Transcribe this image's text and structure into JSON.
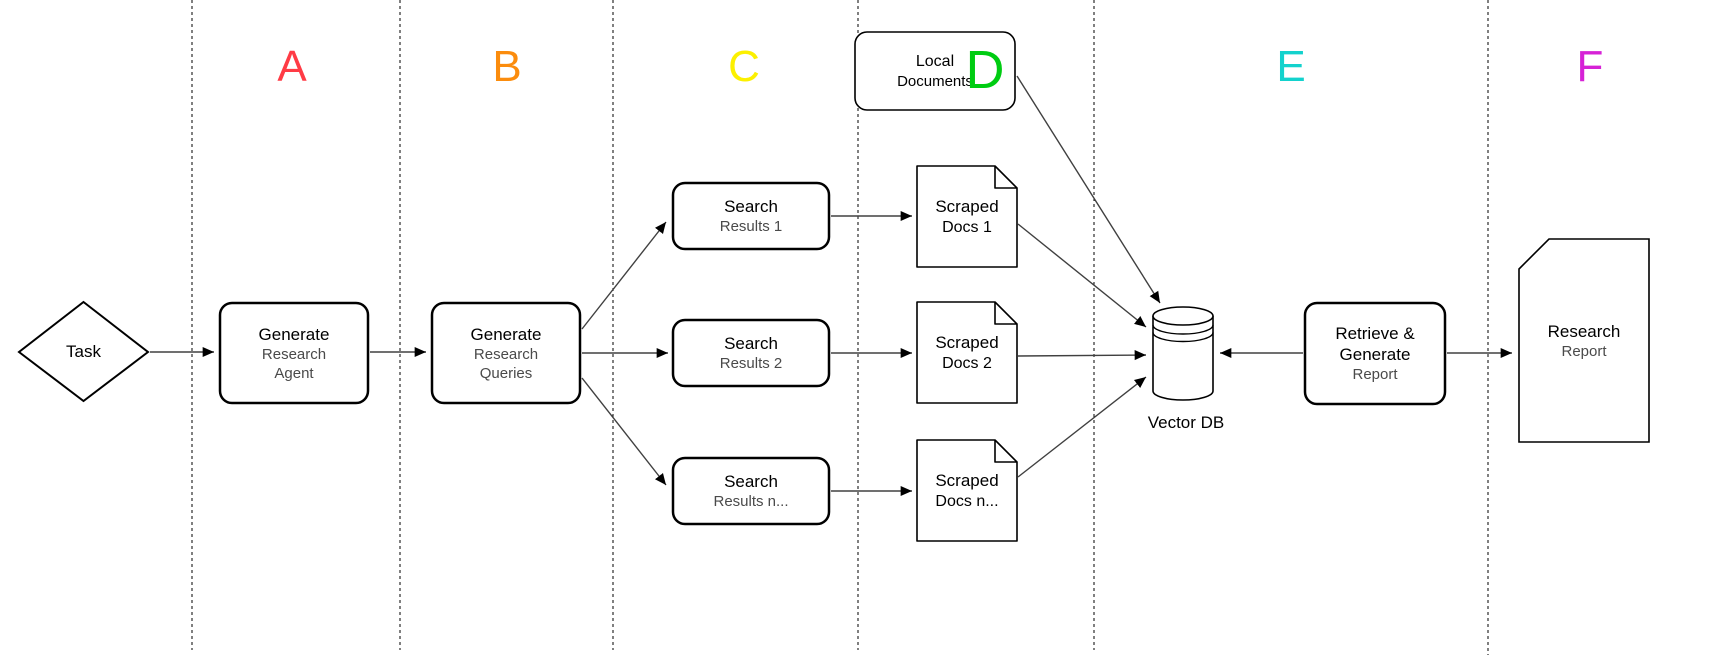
{
  "diagram": {
    "type": "flowchart",
    "lanes": [
      {
        "label": "A",
        "color": "#ff3b45"
      },
      {
        "label": "B",
        "color": "#fb8c0d"
      },
      {
        "label": "C",
        "color": "#fcf000"
      },
      {
        "label": "D",
        "color": "#00cc12"
      },
      {
        "label": "E",
        "color": "#13d2cd"
      },
      {
        "label": "F",
        "color": "#d622d6"
      }
    ],
    "nodes": {
      "task": {
        "label": "Task",
        "shape": "diamond"
      },
      "generate_research_agent": {
        "title": "Generate",
        "lines": [
          "Research",
          "Agent"
        ],
        "shape": "rounded-rect"
      },
      "generate_research_queries": {
        "title": "Generate",
        "lines": [
          "Research",
          "Queries"
        ],
        "shape": "rounded-rect"
      },
      "search_results_1": {
        "title": "Search",
        "subtitle": "Results 1",
        "shape": "rounded-rect"
      },
      "search_results_2": {
        "title": "Search",
        "subtitle": "Results 2",
        "shape": "rounded-rect"
      },
      "search_results_n": {
        "title": "Search",
        "subtitle": "Results n...",
        "shape": "rounded-rect"
      },
      "scraped_docs_1": {
        "lines": [
          "Scraped",
          "Docs 1"
        ],
        "shape": "document-folded-corner"
      },
      "scraped_docs_2": {
        "lines": [
          "Scraped",
          "Docs 2"
        ],
        "shape": "document-folded-corner"
      },
      "scraped_docs_n": {
        "lines": [
          "Scraped",
          "Docs n..."
        ],
        "shape": "document-folded-corner"
      },
      "local_documents": {
        "lines": [
          "Local",
          "Documents"
        ],
        "shape": "rounded-rect"
      },
      "vector_db": {
        "label": "Vector DB",
        "shape": "cylinder"
      },
      "retrieve_generate_report": {
        "lines": [
          "Retrieve &",
          "Generate"
        ],
        "subtitle": "Report",
        "shape": "rounded-rect"
      },
      "research_report": {
        "title": "Research",
        "subtitle": "Report",
        "shape": "document-cut-corner"
      }
    },
    "edges": [
      {
        "from": "task",
        "to": "generate_research_agent"
      },
      {
        "from": "generate_research_agent",
        "to": "generate_research_queries"
      },
      {
        "from": "generate_research_queries",
        "to": "search_results_1"
      },
      {
        "from": "generate_research_queries",
        "to": "search_results_2"
      },
      {
        "from": "generate_research_queries",
        "to": "search_results_n"
      },
      {
        "from": "search_results_1",
        "to": "scraped_docs_1"
      },
      {
        "from": "search_results_2",
        "to": "scraped_docs_2"
      },
      {
        "from": "search_results_n",
        "to": "scraped_docs_n"
      },
      {
        "from": "local_documents",
        "to": "vector_db"
      },
      {
        "from": "scraped_docs_1",
        "to": "vector_db"
      },
      {
        "from": "scraped_docs_2",
        "to": "vector_db"
      },
      {
        "from": "scraped_docs_n",
        "to": "vector_db"
      },
      {
        "from": "retrieve_generate_report",
        "to": "vector_db"
      },
      {
        "from": "retrieve_generate_report",
        "to": "research_report"
      }
    ]
  }
}
